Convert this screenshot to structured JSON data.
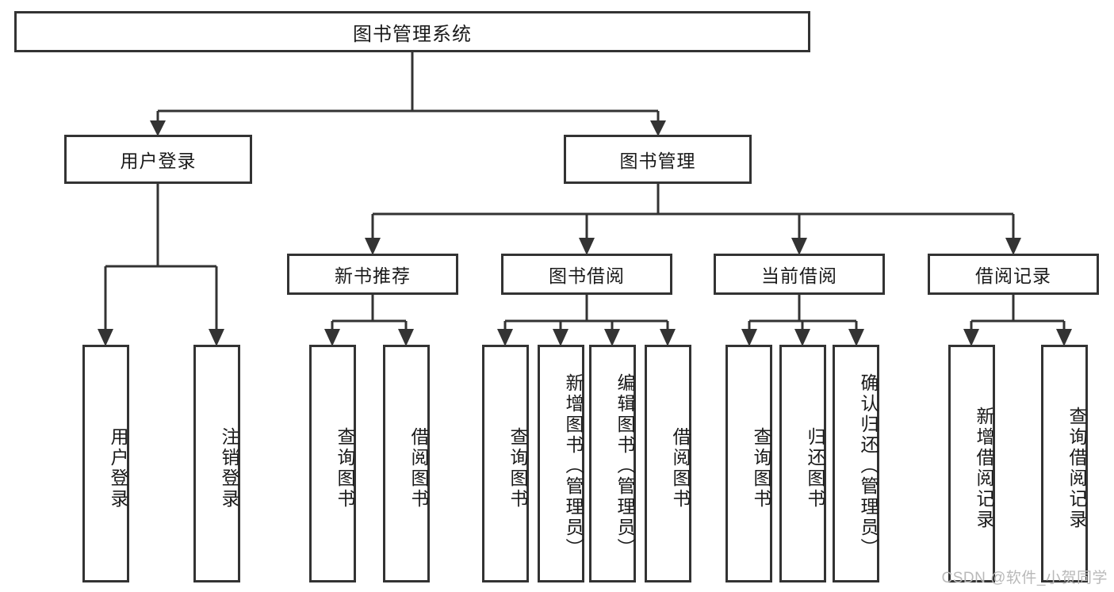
{
  "diagram": {
    "type": "tree",
    "title": "图书管理系统",
    "watermark": "CSDN @软件_小贺同学",
    "colors": {
      "border": "#333333",
      "fill": "#ffffff",
      "text": "#1a1a1a",
      "watermark": "#b9b9b9",
      "background": "#ffffff"
    },
    "root": {
      "label": "图书管理系统"
    },
    "level2": [
      {
        "label": "用户登录"
      },
      {
        "label": "图书管理"
      }
    ],
    "level3": [
      {
        "label": "新书推荐"
      },
      {
        "label": "图书借阅"
      },
      {
        "label": "当前借阅"
      },
      {
        "label": "借阅记录"
      }
    ],
    "leaves": {
      "user_login": [
        {
          "label": "用户登录"
        },
        {
          "label": "注销登录"
        }
      ],
      "new_book_recommend": [
        {
          "label": "查询图书"
        },
        {
          "label": "借阅图书"
        }
      ],
      "book_borrow": [
        {
          "label": "查询图书"
        },
        {
          "label": "新增图书（管理员）"
        },
        {
          "label": "编辑图书（管理员）"
        },
        {
          "label": "借阅图书"
        }
      ],
      "current_borrow": [
        {
          "label": "查询图书"
        },
        {
          "label": "归还图书"
        },
        {
          "label": "确认归还（管理员）"
        }
      ],
      "borrow_record": [
        {
          "label": "新增借阅记录"
        },
        {
          "label": "查询借阅记录"
        }
      ]
    }
  }
}
